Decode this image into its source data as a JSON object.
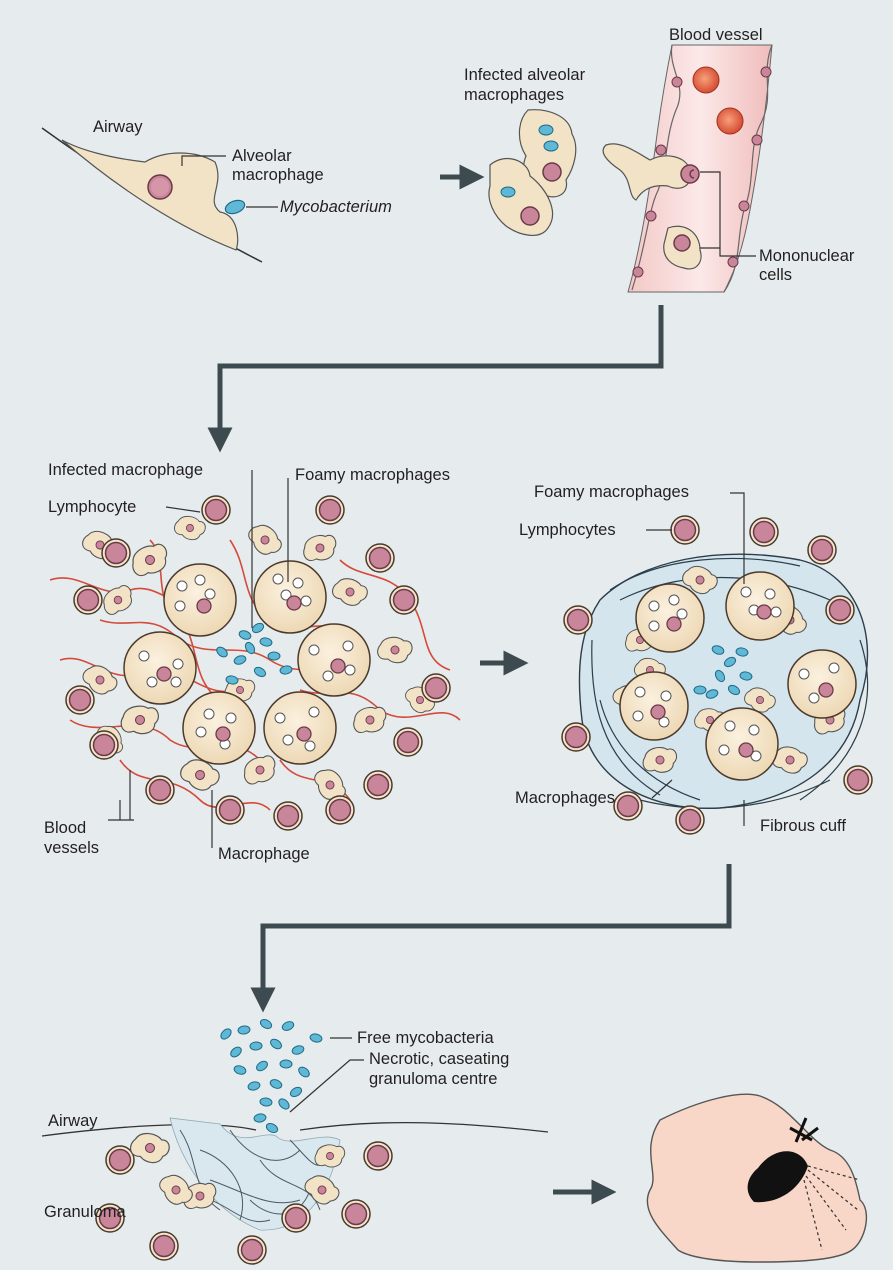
{
  "labels": {
    "airway_top": "Airway",
    "alveolar_macrophage_1": "Alveolar",
    "alveolar_macrophage_2": "macrophage",
    "mycobacterium": "Mycobacterium",
    "infected_alveolar_1": "Infected alveolar",
    "infected_alveolar_2": "macrophages",
    "blood_vessel": "Blood vessel",
    "mononuclear_1": "Mononuclear",
    "mononuclear_2": "cells",
    "infected_macrophage": "Infected macrophage",
    "foamy_macrophages_left": "Foamy macrophages",
    "lymphocyte": "Lymphocyte",
    "blood_vessels_1": "Blood",
    "blood_vessels_2": "vessels",
    "macrophage": "Macrophage",
    "foamy_macrophages_right": "Foamy macrophages",
    "lymphocytes": "Lymphocytes",
    "macrophages": "Macrophages",
    "fibrous_cuff": "Fibrous cuff",
    "free_mycobacteria": "Free mycobacteria",
    "necrotic_1": "Necrotic, caseating",
    "necrotic_2": "granuloma centre",
    "airway_bottom": "Airway",
    "granuloma": "Granuloma"
  },
  "colors": {
    "background": "#e6ecee",
    "cell_fill": "#f2e3c6",
    "nucleus": "#c9859a",
    "bacterium": "#5fb8d6",
    "vessel": "#d64a3a",
    "arrow": "#3d4a50"
  },
  "icons": [
    "process-arrow-icon",
    "cough-figure-icon"
  ]
}
